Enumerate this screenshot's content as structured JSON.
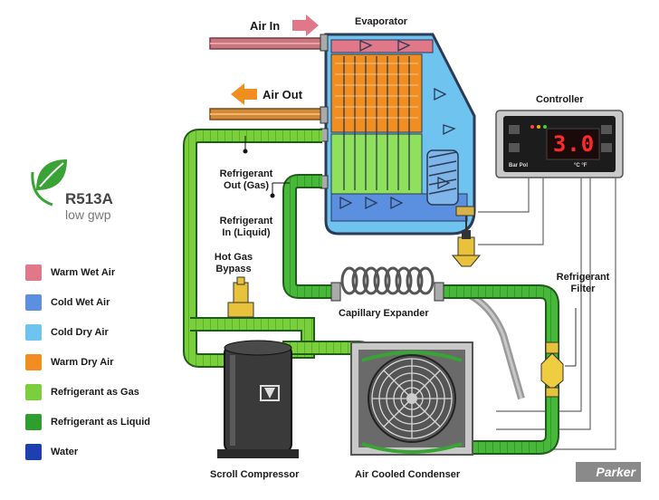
{
  "labels": {
    "air_in": "Air In",
    "air_out": "Air Out",
    "evaporator": "Evaporator",
    "controller": "Controller",
    "refrigerant_out": "Refrigerant\nOut (Gas)",
    "refrigerant_in": "Refrigerant\nIn (Liquid)",
    "hot_gas_bypass": "Hot Gas\nBypass",
    "refrigerant_filter": "Refrigerant\nFilter",
    "capillary_expander": "Capillary Expander",
    "scroll_compressor": "Scroll Compressor",
    "air_cooled_condenser": "Air Cooled Condenser"
  },
  "brand": {
    "name": "R513A",
    "subtitle": "low gwp"
  },
  "controller": {
    "display": "3.0",
    "left_text": "Bar Pol",
    "right_text": "°C °F"
  },
  "legend": [
    {
      "label": "Warm Wet Air",
      "color": "#e0788a"
    },
    {
      "label": "Cold Wet Air",
      "color": "#5b8fe0"
    },
    {
      "label": "Cold Dry Air",
      "color": "#6ec3ef"
    },
    {
      "label": "Warm Dry Air",
      "color": "#f28e1f"
    },
    {
      "label": "Refrigerant as Gas",
      "color": "#7ccf3c"
    },
    {
      "label": "Refrigerant as Liquid",
      "color": "#2e9e2e"
    },
    {
      "label": "Water",
      "color": "#1e3fb0"
    }
  ],
  "logo": {
    "text": "Parker"
  },
  "colors": {
    "pipe_gas": "#7ccf3c",
    "pipe_liquid": "#3aa335",
    "pipe_outline": "#1f5e1a",
    "air_in": "#e0788a",
    "air_out": "#f28e1f",
    "evaporator_blue": "#6ec3ef",
    "evaporator_dark_blue": "#3b6fd6"
  }
}
